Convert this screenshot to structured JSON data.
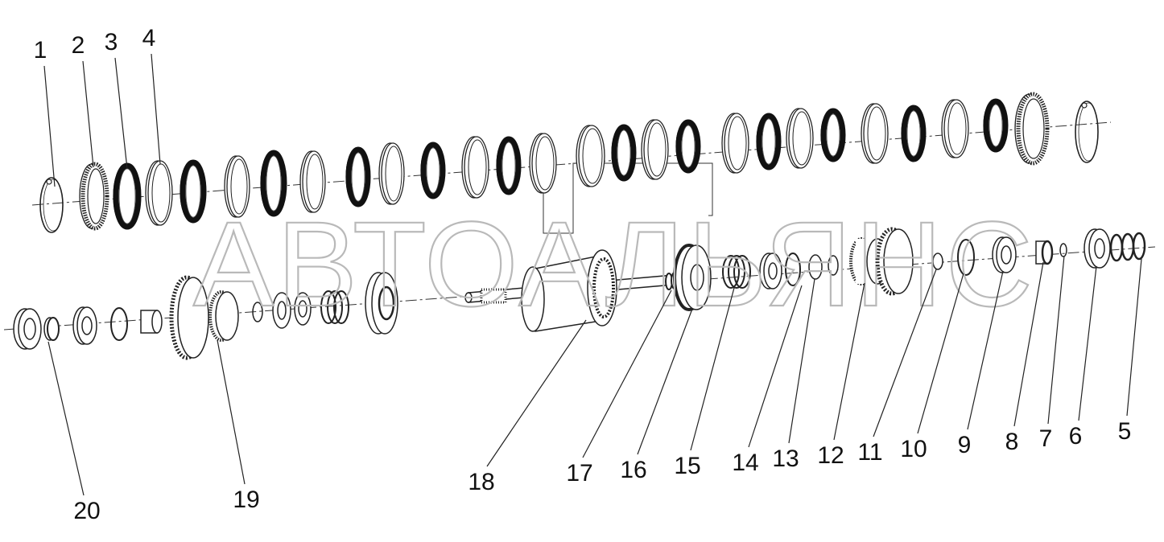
{
  "watermark": "АВТОАЛЬЯНС",
  "callouts": [
    {
      "id": "callout-1",
      "label": "1"
    },
    {
      "id": "callout-2",
      "label": "2"
    },
    {
      "id": "callout-3",
      "label": "3"
    },
    {
      "id": "callout-4",
      "label": "4"
    },
    {
      "id": "callout-5",
      "label": "5"
    },
    {
      "id": "callout-6",
      "label": "6"
    },
    {
      "id": "callout-7",
      "label": "7"
    },
    {
      "id": "callout-8",
      "label": "8"
    },
    {
      "id": "callout-9",
      "label": "9"
    },
    {
      "id": "callout-10",
      "label": "10"
    },
    {
      "id": "callout-11",
      "label": "11"
    },
    {
      "id": "callout-12",
      "label": "12"
    },
    {
      "id": "callout-13",
      "label": "13"
    },
    {
      "id": "callout-14",
      "label": "14"
    },
    {
      "id": "callout-15",
      "label": "15"
    },
    {
      "id": "callout-16",
      "label": "16"
    },
    {
      "id": "callout-17",
      "label": "17"
    },
    {
      "id": "callout-18",
      "label": "18"
    },
    {
      "id": "callout-19",
      "label": "19"
    },
    {
      "id": "callout-20",
      "label": "20"
    }
  ],
  "colors": {
    "line": "#1a1a1a",
    "plate_dark": "#111111",
    "watermark": "#b9b9b9"
  }
}
